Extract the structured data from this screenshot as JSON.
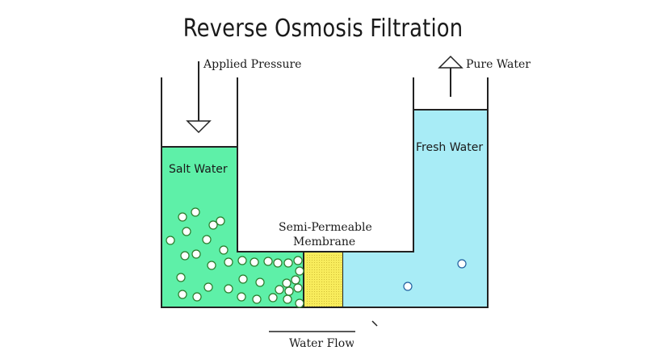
{
  "title": "Reverse Osmosis Filtration",
  "labels": {
    "applied_pressure": "Applied Pressure",
    "pure_water": "Pure Water",
    "salt_water": "Salt Water",
    "fresh_water": "Fresh Water",
    "membrane_line1": "Semi-Permeable",
    "membrane_line2": "Membrane",
    "water_flow": "Water Flow"
  },
  "colors": {
    "salt_water": "#5ef0a8",
    "fresh_water": "#a8ecf6",
    "membrane": "#f8ec5c",
    "outline": "#222222"
  }
}
